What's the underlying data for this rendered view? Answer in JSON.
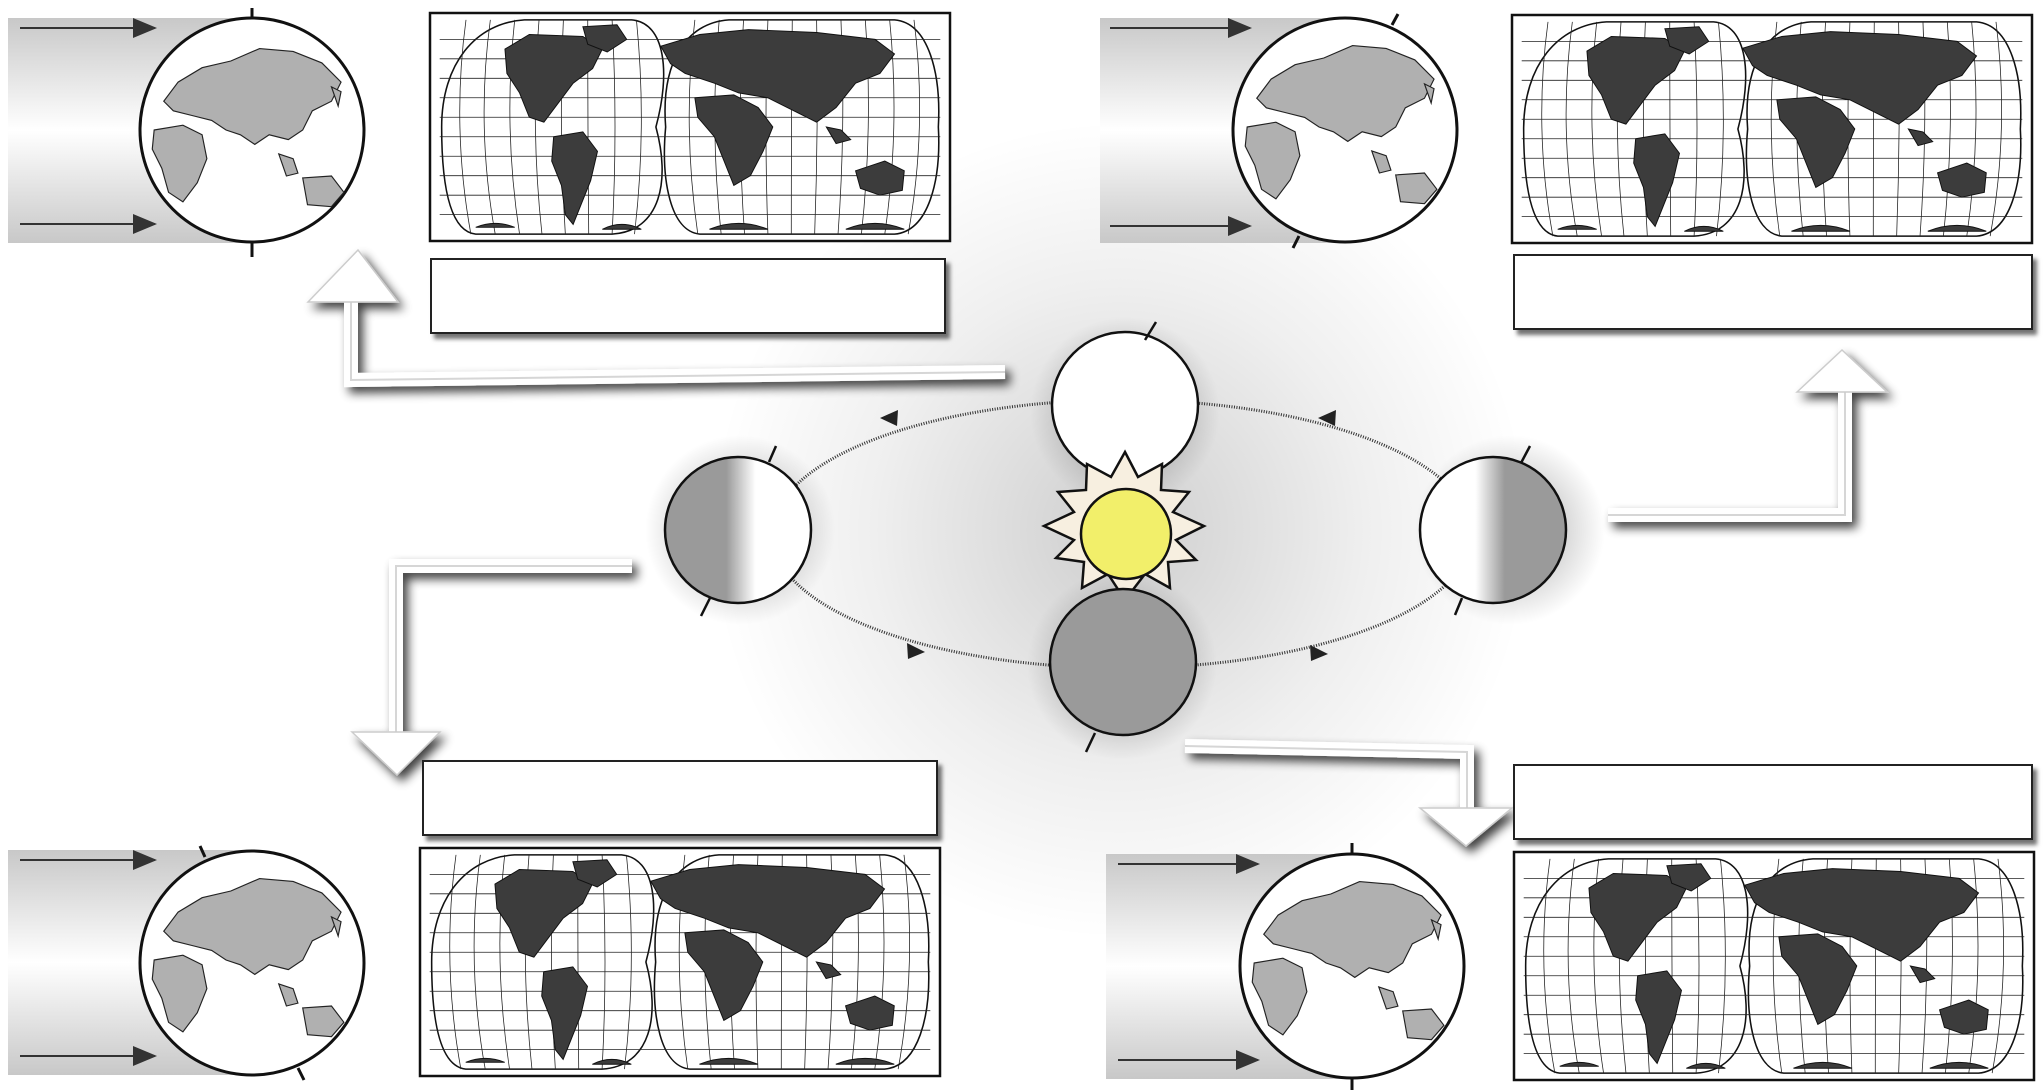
{
  "diagram": {
    "colors": {
      "land_on_globe": "#b0b0b0",
      "land_on_map": "#3c3c3c",
      "night_side": "#9a9a9a",
      "day_side": "#ffffff",
      "sun_core": "#f2ef6a",
      "sun_rays": "#f7efe0",
      "sunlight_band": "#cfcfcf",
      "outline": "#111111"
    },
    "sun": {
      "icon": "sun-icon"
    },
    "orbit": {
      "direction": "counterclockwise",
      "arrowheads": 4
    },
    "orbit_positions": [
      {
        "id": "top",
        "lit_side": "full",
        "arrow_to": "panel-top-left"
      },
      {
        "id": "left",
        "lit_side": "right-half",
        "arrow_to": "panel-bottom-left"
      },
      {
        "id": "bottom",
        "lit_side": "none",
        "arrow_to": "panel-bottom-right"
      },
      {
        "id": "right",
        "lit_side": "left-half",
        "arrow_to": "panel-top-right"
      }
    ],
    "panels": [
      {
        "id": "top-left",
        "globe_view": "eurasia-africa-australia",
        "map": "goode-homolosine-world-map",
        "answer": ""
      },
      {
        "id": "top-right",
        "globe_view": "eurasia-africa-australia",
        "map": "goode-homolosine-world-map",
        "answer": ""
      },
      {
        "id": "bottom-left",
        "globe_view": "eurasia-africa-australia",
        "map": "goode-homolosine-world-map",
        "answer": ""
      },
      {
        "id": "bottom-right",
        "globe_view": "eurasia-africa-australia",
        "map": "goode-homolosine-world-map",
        "answer": ""
      }
    ]
  }
}
